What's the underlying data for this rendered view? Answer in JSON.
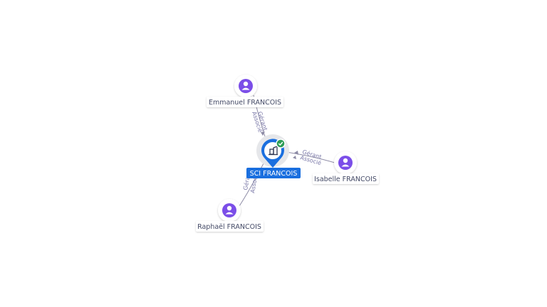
{
  "company": {
    "name": "SCI FRANCOIS",
    "icon": "building-icon",
    "status_icon": "check-circle-icon",
    "accent_color": "#1a6fdf",
    "status_color": "#2e9d57"
  },
  "persons": [
    {
      "id": "emmanuel",
      "name": "Emmanuel FRANCOIS",
      "icon": "person-icon",
      "roles": [
        "Gérant",
        "Associé"
      ]
    },
    {
      "id": "isabelle",
      "name": "Isabelle FRANCOIS",
      "icon": "person-icon",
      "roles": [
        "Gérant",
        "Associé"
      ]
    },
    {
      "id": "raphael",
      "name": "Raphaël FRANCOIS",
      "icon": "person-icon",
      "roles": [
        "Gérant",
        "Associé"
      ]
    }
  ],
  "colors": {
    "person_icon": "#7b4ee8",
    "edge": "#8e8ca6"
  }
}
